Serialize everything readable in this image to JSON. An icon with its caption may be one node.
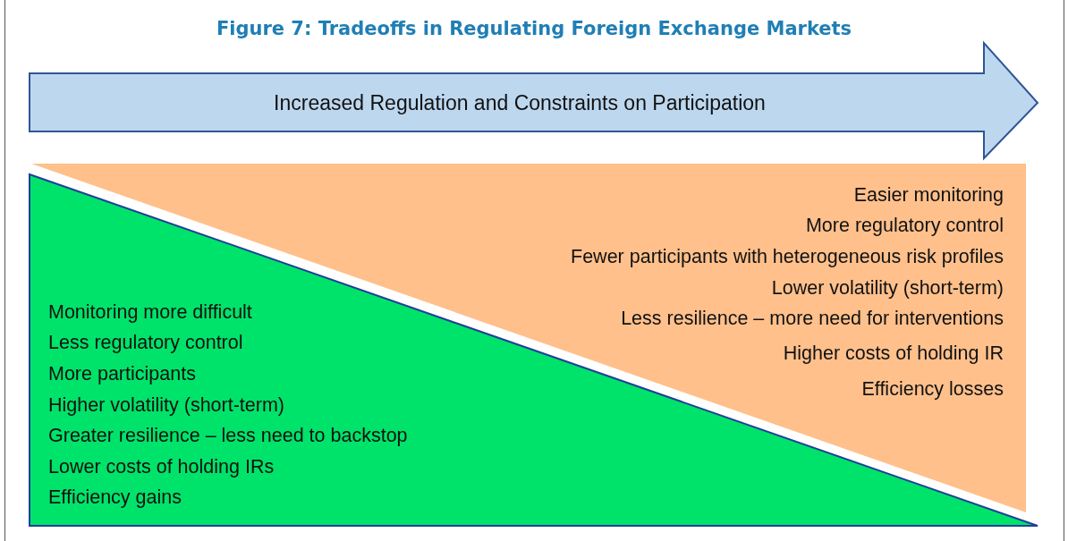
{
  "diagram": {
    "title": "Figure 7: Tradeoffs in Regulating Foreign Exchange Markets",
    "nodes": [
      {
        "text": [
          "Increased Regulation and Constraints on Participation"
        ]
      },
      {
        "text": [
          "Easier monitoring",
          "More regulatory control",
          "Fewer participants with heterogeneous risk profiles",
          "Lower volatility (short-term)",
          "Less resilience – more need for interventions",
          "Higher costs of holding IR",
          "Efficiency losses"
        ]
      },
      {
        "text": [
          "Monitoring more difficult",
          "Less regulatory control",
          "More participants",
          "Higher volatility (short-term)",
          "Greater resilience – less need to backstop",
          "Lower costs of holding IRs",
          "Efficiency gains"
        ]
      }
    ],
    "edges": []
  }
}
